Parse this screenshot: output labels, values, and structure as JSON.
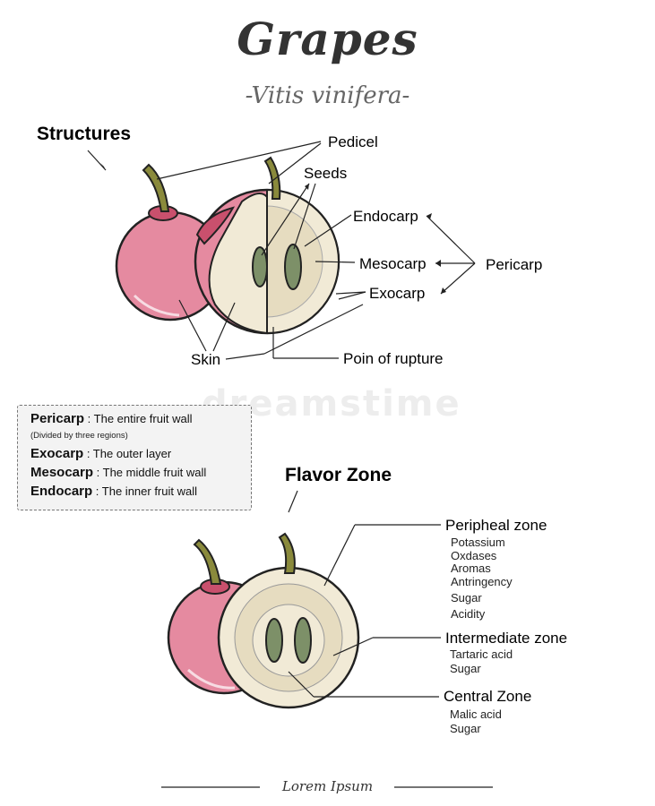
{
  "header": {
    "title": "Grapes",
    "subtitle": "-Vitis vinifera-"
  },
  "structures": {
    "heading": "Structures",
    "labels": {
      "pedicel": "Pedicel",
      "seeds": "Seeds",
      "endocarp": "Endocarp",
      "mesocarp": "Mesocarp",
      "exocarp": "Exocarp",
      "pericarp": "Pericarp",
      "skin": "Skin",
      "rupture": "Poin of rupture"
    }
  },
  "legend": {
    "rows": [
      {
        "term": "Pericarp",
        "desc": " : The entire fruit wall"
      },
      {
        "term": "Exocarp",
        "desc": " : The outer layer"
      },
      {
        "term": "Mesocarp",
        "desc": " : The middle fruit wall"
      },
      {
        "term": "Endocarp",
        "desc": " : The inner fruit wall"
      }
    ],
    "note": "(Divided by three regions)"
  },
  "flavor": {
    "heading": "Flavor Zone",
    "zones": [
      {
        "name": "Peripheal zone",
        "items": [
          "Potassium",
          "Oxdases",
          "Aromas",
          "Antringency",
          "Sugar",
          "Acidity"
        ]
      },
      {
        "name": "Intermediate zone",
        "items": [
          "Tartaric acid",
          "Sugar"
        ]
      },
      {
        "name": "Central Zone",
        "items": [
          "Malic acid",
          "Sugar"
        ]
      }
    ]
  },
  "footer": {
    "text": "Lorem Ipsum"
  },
  "watermark": "dreamstime",
  "colors": {
    "skin": "#e58aa0",
    "skin_dark": "#c9506d",
    "flesh": "#f1ead6",
    "flesh_inner": "#e6dcc0",
    "seed": "#7d9068",
    "stem": "#8a8a3c",
    "line": "#222222"
  }
}
